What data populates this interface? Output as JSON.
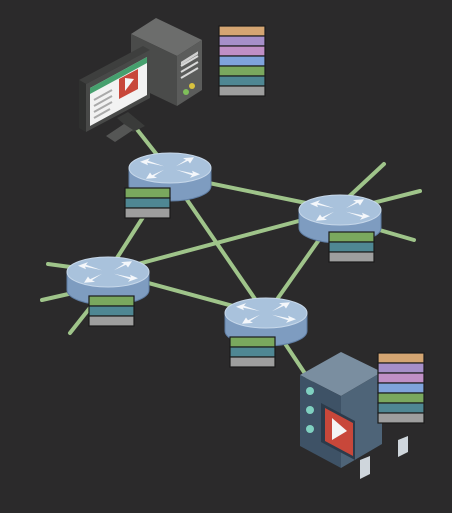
{
  "colors": {
    "background": "#2b2a2b",
    "link": "#9fc48a",
    "router_top": "#a9c2dc",
    "router_side": "#7e9cc0",
    "router_arrows": "#f4f7fb"
  },
  "nodes": {
    "client": {
      "kind": "desktop-computer-with-video-player",
      "icon": "play-icon"
    },
    "server": {
      "kind": "media-server-rack",
      "icon": "play-icon"
    },
    "routers": [
      {
        "id": "router-1",
        "icon": "router-arrows-icon"
      },
      {
        "id": "router-2",
        "icon": "router-arrows-icon"
      },
      {
        "id": "router-3",
        "icon": "router-arrows-icon"
      },
      {
        "id": "router-4",
        "icon": "router-arrows-icon"
      }
    ]
  },
  "packet_stacks": {
    "client_queue": [
      "#d4a572",
      "#a68fc9",
      "#c08fc6",
      "#7fa3dc",
      "#7aa85e",
      "#4f8793",
      "#9e9e9e"
    ],
    "server_queue": [
      "#d4a572",
      "#a68fc9",
      "#c08fc6",
      "#7fa3dc",
      "#7aa85e",
      "#4f8793",
      "#9e9e9e"
    ],
    "router_1_queue": [
      "#7aa85e",
      "#4f8793",
      "#9e9e9e"
    ],
    "router_2_queue": [
      "#7aa85e",
      "#4f8793",
      "#9e9e9e"
    ],
    "router_3_queue": [
      "#7aa85e",
      "#4f8793",
      "#9e9e9e"
    ],
    "router_4_queue": [
      "#7aa85e",
      "#4f8793",
      "#9e9e9e"
    ]
  }
}
